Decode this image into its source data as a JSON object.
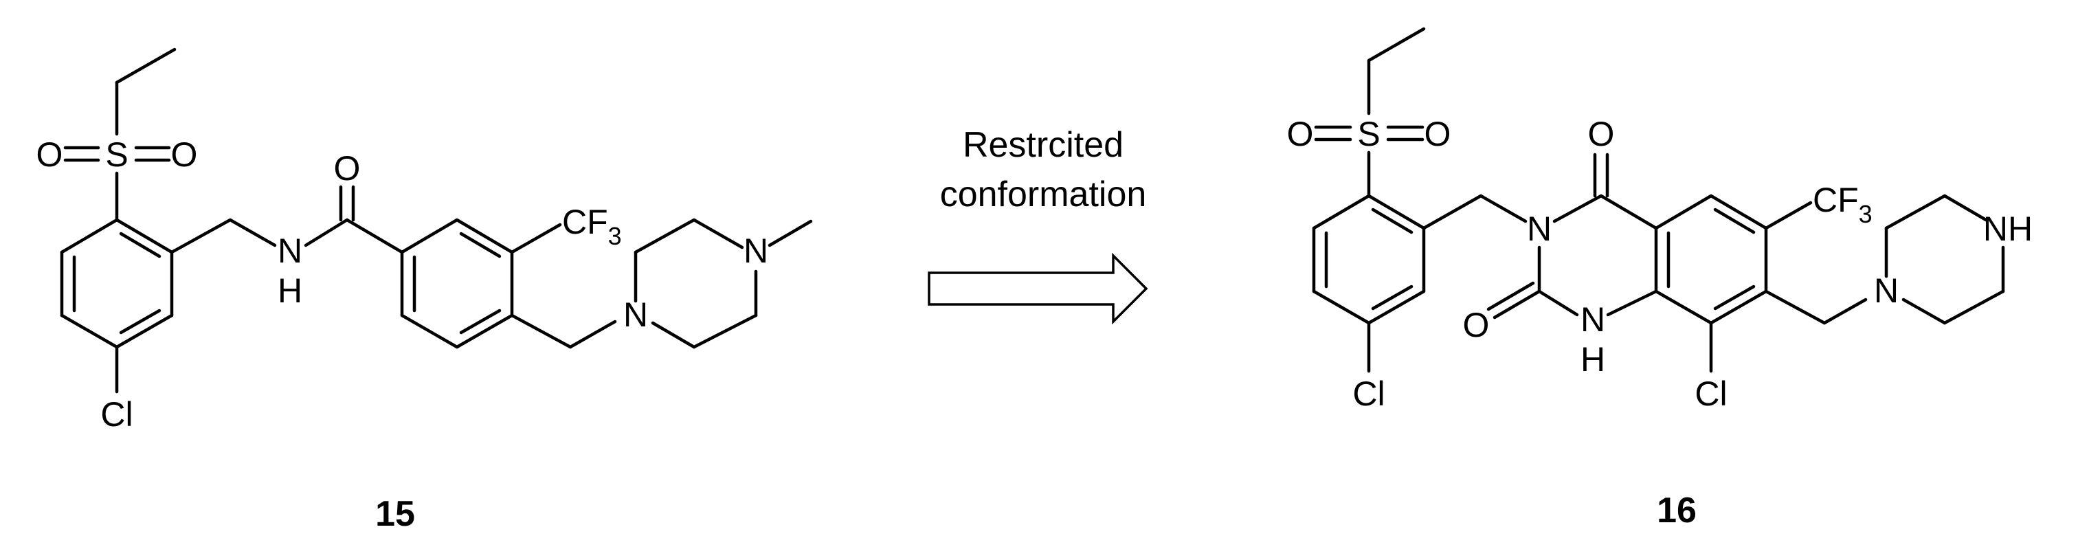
{
  "compounds": [
    {
      "id": "15",
      "atom_labels": {
        "sulfonyl_o_left": "O",
        "sulfonyl_s": "S",
        "sulfonyl_o_right": "O",
        "amide_o": "O",
        "amide_n": "N",
        "amide_h": "H",
        "cf3_main": "CF",
        "cf3_sub": "3",
        "pip_n_upper": "N",
        "pip_n_lower": "N",
        "chloro": "Cl"
      }
    },
    {
      "id": "16",
      "atom_labels": {
        "sulfonyl_o_left": "O",
        "sulfonyl_s": "S",
        "sulfonyl_o_right": "O",
        "carbonyl_o_top": "O",
        "ring_n3": "N",
        "carbonyl_o_left": "O",
        "ring_n1": "N",
        "ring_n1_h": "H",
        "cf3_main": "CF",
        "cf3_sub": "3",
        "pip_nh": "NH",
        "pip_n": "N",
        "chloro_left": "Cl",
        "chloro_right": "Cl"
      }
    }
  ],
  "arrow": {
    "caption_line1": "Restrcited",
    "caption_line2": "conformation"
  },
  "colors": {
    "ink": "#000000",
    "background": "#ffffff"
  }
}
